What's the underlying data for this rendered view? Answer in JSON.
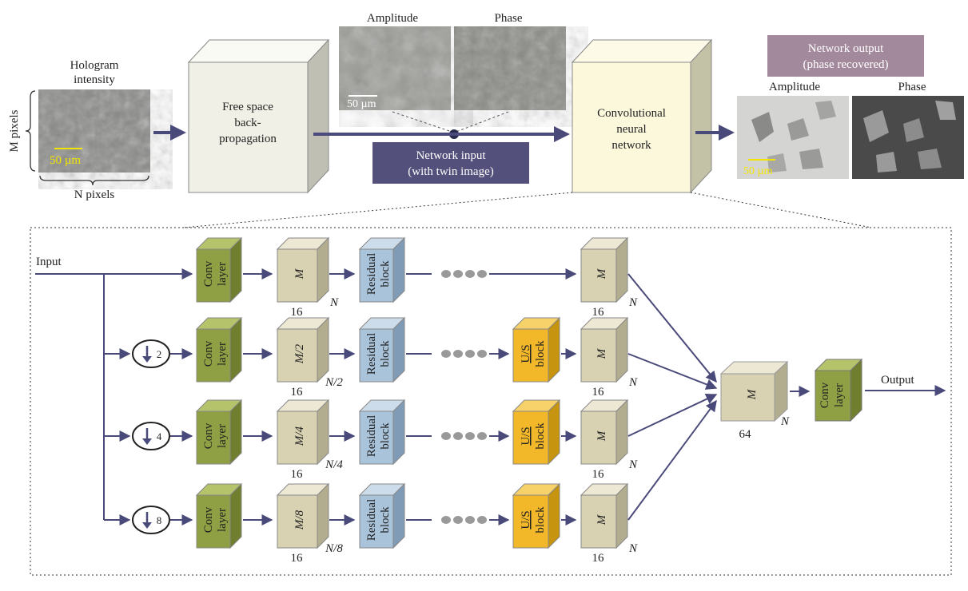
{
  "top": {
    "hologram_title_1": "Hologram",
    "hologram_title_2": "intensity",
    "m_pixels": "M pixels",
    "n_pixels": "N pixels",
    "scale_bar_1": "50 µm",
    "scale_bar_2": "50 µm",
    "scale_bar_3": "50 µm",
    "fsb_1": "Free space",
    "fsb_2": "back-",
    "fsb_3": "propagation",
    "amplitude_1": "Amplitude",
    "phase_1": "Phase",
    "network_input_1": "Network input",
    "network_input_2": "(with twin image)",
    "cnn_1": "Convolutional",
    "cnn_2": "neural",
    "cnn_3": "network",
    "network_output_1": "Network output",
    "network_output_2": "(phase recovered)",
    "amplitude_2": "Amplitude",
    "phase_2": "Phase"
  },
  "bottom": {
    "input": "Input",
    "output": "Output",
    "conv_1": "Conv",
    "conv_2": "layer",
    "res_1": "Residual",
    "res_2": "block",
    "us_1": "U/S",
    "us_2": "block",
    "down": [
      "2",
      "4",
      "8"
    ],
    "fm_main": [
      "M",
      "M/2",
      "M/4",
      "M/8"
    ],
    "fm_out": "M",
    "depth": "16",
    "width": [
      "N",
      "N/2",
      "N/4",
      "N/8"
    ],
    "width_out": "N",
    "concat_m": "M",
    "concat_depth": "64",
    "concat_n": "N"
  },
  "colors": {
    "arrow": "#4a4a7a",
    "conv": "#8fa044",
    "feature": "#d8d2b2",
    "residual": "#a9c3db",
    "us": "#f2b829",
    "input_label_bg": "#54507c",
    "output_label_bg": "#a3899c",
    "cnn_box": "#fbf8dc",
    "fsb_box": "#f0f0e6"
  }
}
